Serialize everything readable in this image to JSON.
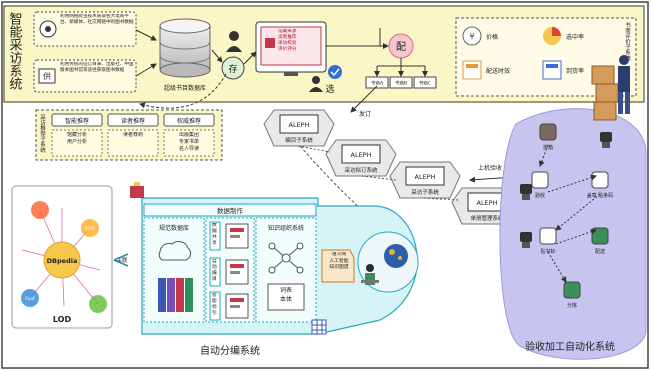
{
  "top_section": {
    "title": "智能采访系统",
    "source_web": "利用网络爬虫技术获取各大电商平台、新媒体、社交网络中的图书数据",
    "source_publisher": "利用传统的征订目录、出版社、中国版本图书馆等途径获取图书数据",
    "mega_db": "超级书目数据库",
    "store": "存",
    "pick": "选",
    "monitor_text": "馆藏来源\n读者推荐\n采访校验\n评价评分",
    "assign": "配",
    "recommend_side_title": "采访推荐子系统",
    "rec_smart": "智能推荐",
    "rec_reader": "读者推荐",
    "rec_authority": "权威推荐",
    "rec_smart_desc": "馆藏分析\n用户分析",
    "rec_reader_desc": "读者荐购",
    "rec_authority_desc": "出版集团\n专家书单\n名人导读",
    "libs": [
      "书商A",
      "书商B",
      "书商C"
    ],
    "eval_side_title": "书商评价子系统",
    "eval_items": [
      "价格",
      "选中率",
      "配送时效",
      "到货率"
    ],
    "order": "发订"
  },
  "aleph": {
    "modules": [
      {
        "brand": "ALEPH",
        "label": "编目子系统"
      },
      {
        "brand": "ALEPH",
        "label": "采访拟订系统"
      },
      {
        "brand": "ALEPH",
        "label": "采访子系统"
      },
      {
        "brand": "ALEPH",
        "label": "单册管理系统"
      }
    ],
    "checkin": "上机验收"
  },
  "acceptance": {
    "title": "验收加工自动化系统",
    "steps": [
      "拆箱",
      "验收",
      "盖章 贴条码",
      "贴书标",
      "配送",
      "分拣"
    ]
  },
  "lod": {
    "center": "DBpedia",
    "nodes": [
      "",
      "VIAF",
      "Foaf",
      ""
    ],
    "label": "LOD",
    "link": "关联"
  },
  "cataloging": {
    "title": "自动分编系统",
    "data_making": "数据制作",
    "norm_db": "规范数据库",
    "data_share": "数据共享",
    "auto_edit": "自动编目",
    "smart_tag": "智能标引",
    "knowledge": "知识组织系统",
    "thesaurus": "词表\n本体",
    "semantic": "语义网\n人工智能\n知识图谱"
  },
  "colors": {
    "yellow": "#fbf6c5",
    "yellow_border": "#5a5a3a",
    "cyan": "#d6f4f6",
    "cyan_border": "#26a9c2",
    "purple": "#c7c5ef",
    "monitor": "#c23a4a",
    "assign": "#e0697f"
  }
}
